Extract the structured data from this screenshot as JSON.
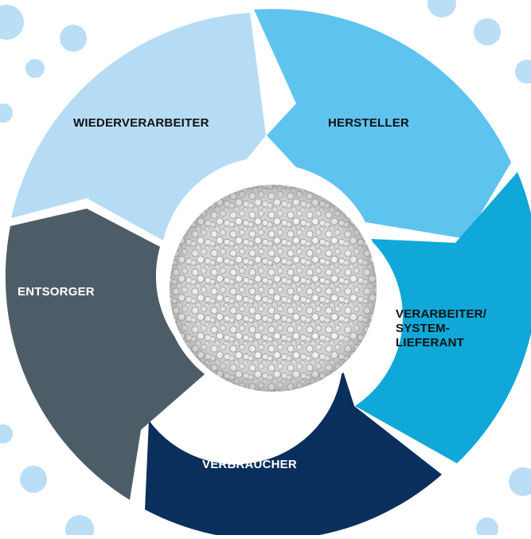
{
  "diagram": {
    "colors": {
      "background_dots": "#b9def6",
      "wiederverarbeiter": "#b5dcf4",
      "hersteller": "#5ec3ef",
      "verarbeiter": "#0fa8d8",
      "verbraucher": "#0b2f5c",
      "entsorger": "#4d5d68",
      "center_granules": "#c9c9c9"
    },
    "segments": [
      {
        "id": "wiederverarbeiter",
        "label": "WIEDERVERARBEITER"
      },
      {
        "id": "hersteller",
        "label": "HERSTELLER"
      },
      {
        "id": "verarbeiter",
        "label_lines": [
          "VERARBEITER/",
          "SYSTEM-",
          "LIEFERANT"
        ]
      },
      {
        "id": "verbraucher",
        "label": "VERBRAUCHER"
      },
      {
        "id": "entsorger",
        "label": "ENTSORGER"
      }
    ]
  }
}
